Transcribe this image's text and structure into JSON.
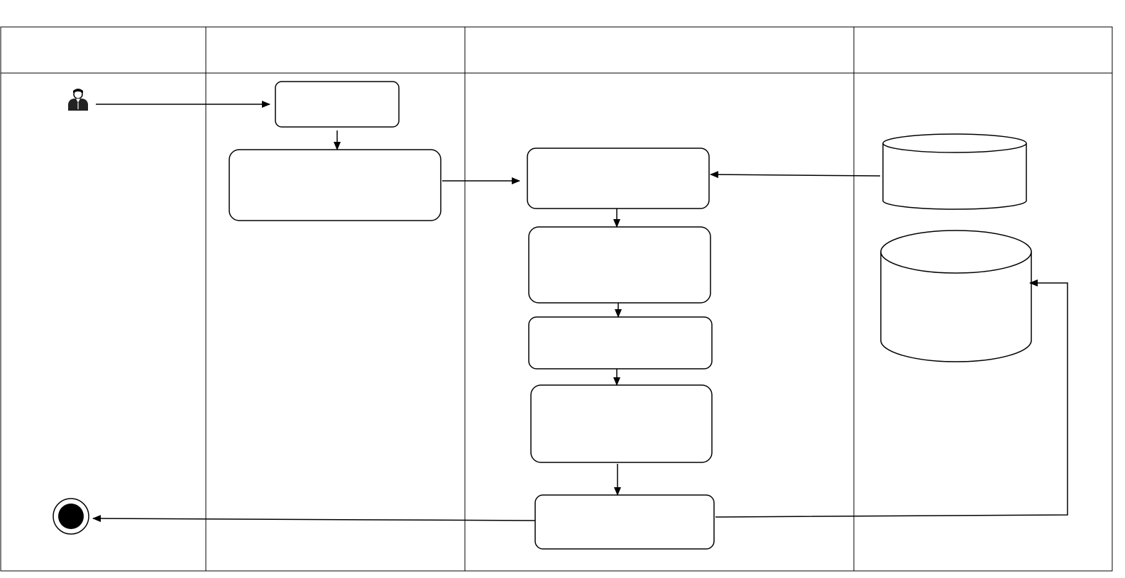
{
  "diagram": {
    "type": "swimlane-activity",
    "lanes": [
      {
        "id": "lane-1",
        "header": ""
      },
      {
        "id": "lane-2",
        "header": ""
      },
      {
        "id": "lane-3",
        "header": ""
      },
      {
        "id": "lane-4",
        "header": ""
      }
    ],
    "nodes": [
      {
        "id": "actor",
        "kind": "actor",
        "icon": "user-icon",
        "label": ""
      },
      {
        "id": "step-1",
        "kind": "activity",
        "label": ""
      },
      {
        "id": "step-2",
        "kind": "activity",
        "label": ""
      },
      {
        "id": "step-3",
        "kind": "activity",
        "label": ""
      },
      {
        "id": "step-4",
        "kind": "activity",
        "label": ""
      },
      {
        "id": "step-5",
        "kind": "activity",
        "label": ""
      },
      {
        "id": "step-6",
        "kind": "activity",
        "label": ""
      },
      {
        "id": "step-7",
        "kind": "activity",
        "label": ""
      },
      {
        "id": "datastore-1",
        "kind": "datastore",
        "label": ""
      },
      {
        "id": "datastore-2",
        "kind": "datastore",
        "label": ""
      },
      {
        "id": "end",
        "kind": "final-node",
        "label": ""
      }
    ],
    "edges": [
      {
        "from": "actor",
        "to": "step-1"
      },
      {
        "from": "step-1",
        "to": "step-2"
      },
      {
        "from": "step-2",
        "to": "step-3"
      },
      {
        "from": "datastore-1",
        "to": "step-3"
      },
      {
        "from": "step-3",
        "to": "step-4"
      },
      {
        "from": "step-4",
        "to": "step-5"
      },
      {
        "from": "step-5",
        "to": "step-6"
      },
      {
        "from": "step-6",
        "to": "step-7"
      },
      {
        "from": "step-7",
        "to": "datastore-2"
      },
      {
        "from": "step-7",
        "to": "end"
      }
    ]
  }
}
